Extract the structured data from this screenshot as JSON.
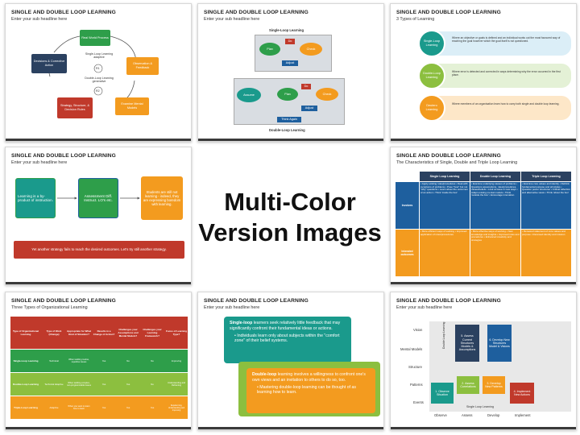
{
  "colors": {
    "teal": "#1a9a8c",
    "green": "#2e9e4a",
    "navy": "#2b4160",
    "orange": "#f39b1f",
    "red": "#c0392b",
    "blue": "#1e5f9e",
    "lime": "#8cbf3f",
    "grey": "#3a3a3a"
  },
  "center": {
    "line1": "Multi-Color",
    "line2": "Version Images"
  },
  "slides": {
    "s1": {
      "title": "SINGLE AND DOUBLE LOOP LEARNING",
      "sub": "Enter your sub headline here",
      "real_world": "Real World Process",
      "observation": "Observation & Feedback",
      "mental": "Examine Mental Models",
      "strategy": "Strategy, Structure, & Decision Rules",
      "decisions": "Decisions & Corrective Action",
      "single": "Single-Loop Learning adaptive",
      "double": "Double-Loop Learning generative",
      "r1": "R1",
      "r2": "R2"
    },
    "s2": {
      "title": "SINGLE AND DOUBLE LOOP LEARNING",
      "sub": "Enter your sub headline here",
      "single_label": "Single-Loop Learning",
      "plan": "Plan",
      "do": "Do",
      "check": "Check",
      "adjust": "Adjust",
      "assume": "Assume",
      "plan2": "Plan",
      "do2": "Do",
      "check2": "Check",
      "adjust2": "Adjust",
      "think": "Think Again",
      "double_label": "Double-Loop Learning"
    },
    "s3": {
      "title": "SINGLE AND DOUBLE LOOP LEARNING",
      "sub": "3 Types of Learning",
      "rows": [
        {
          "label": "Single-Loop Learning",
          "text": "Where an objective or goals is defined and an individual works out the most favoured way of reaching the goal however which the goal itself is not questioned."
        },
        {
          "label": "Double-Loop Learning",
          "text": "Where error is detected and corrected in ways determining why the error occurred in the first place."
        },
        {
          "label": "Deutero Learning",
          "text": "Where members of an organisation learn how to carry both single and double loop learning."
        }
      ]
    },
    "s4": {
      "title": "SINGLE AND DOUBLE LOOP LEARNING",
      "sub": "Enter your sub headline here",
      "box1": "Learning is a by-product of instruction.",
      "box2": "Assessment Diff. Instruct. LO's etc.",
      "box3": "Students are still not learning - indeed, they are expressing boredom with learning.",
      "bar": "Yet another strategy fails to reach the desired outcomes. Let's try still another strategy."
    },
    "s5": {
      "title": "SINGLE AND DOUBLE LOOP LEARNING",
      "sub": "The Characteristics of Single, Double and Triple Loop Learning",
      "cols": [
        "Single Loop Learning",
        "Double Loop Learning",
        "Triple Loop Learning"
      ],
      "row1": "Involves",
      "row2": "Intended outcomes",
      "r1c1": "• Apply existing rules/procedures • Deal with symptoms of problems • Pose \"how\" but not \"why\" questions • Learn about the outcomes of an action • Think 'inside the box'",
      "r1c2": "• Examine underlying causes of problems • Questions assumptions, rules/procedures, values/beliefs • Look at issue in new ways • Adapt existing mental models • Think 'outside the box' • Encourage innovation",
      "r1c3": "• Examine core values and identity • Rethink fundamental purpose and principles • Question power structures • Critical reflection and alternative views • Think 'about the box'",
      "r2c1": "• More efficient ways of working • Improved application of rules/procedures",
      "r2c2": "• More effective ways of working • New knowledge and insights • Improved rules and procedures • Enhanced creativity and strategies",
      "r2c3": "• Renewed statement of core values and purpose • Renewed identity and mission"
    },
    "s6": {
      "title": "SINGLE AND DOUBLE LOOP LEARNING",
      "sub": "Three Types of Organizational Learning",
      "headers": [
        "Type of Organizational Learning",
        "Type of Work (Change)",
        "Appropriate for What Kind of Situation?",
        "Results in a Change of Action?",
        "Challenges your Assumptions and Mental Models?",
        "Challenges your Learning Framework?",
        "Focus of Learning Type?"
      ],
      "rows": [
        [
          "Single-Loop Learning",
          "Technical",
          "When tackling routine, repetitive issues",
          "Yes",
          "No",
          "No",
          "Improving"
        ],
        [
          "Double-Loop Learning",
          "Technical Adaptive",
          "When tackling complex, non-programmable issues",
          "Yes",
          "Yes",
          "No",
          "Understanding and Reframing"
        ],
        [
          "Triple-Loop Learning",
          "Adaptive",
          "When you want to learn how to learn",
          "Yes",
          "Yes",
          "Yes",
          "Repatterning, Understanding and Improving"
        ]
      ]
    },
    "s7": {
      "title": "SINGLE AND DOUBLE LOOP LEARNING",
      "sub": "Enter your sub headline here",
      "single_bold": "Single-loop",
      "single_text": " learners seek relatively little feedback that may significantly confront their fundamental ideas or actions.",
      "single_bullet": "Individuals learn only about subjects within the \"comfort zone\" of their belief systems.",
      "double_bold": "Double-loop",
      "double_text": " learning involves a willingness to confront one's own views and an invitation to others to do so, too.",
      "double_bullet": "Mastering double-loop learning can be thought of as learning how to learn."
    },
    "s8": {
      "title": "SINGLE AND DOUBLE LOOP LEARNING",
      "sub": "Enter your sub headline here",
      "rows": [
        "Vision",
        "Mental Models",
        "Structure",
        "Patterns",
        "Events"
      ],
      "cols": [
        "Observe",
        "Assess",
        "Develop",
        "Implement"
      ],
      "b1": "1. Observe Situation",
      "b2": "2. Assess Correlations",
      "b3": "3. Develop New Patterns",
      "b4": "4. Implement New Actions",
      "b5": "5. Assess Current Structures Models & Assumptions",
      "b6": "6. Develop New Structures Model & Visions",
      "single": "Single Loop Learning",
      "double": "Double Loop Learning"
    }
  }
}
